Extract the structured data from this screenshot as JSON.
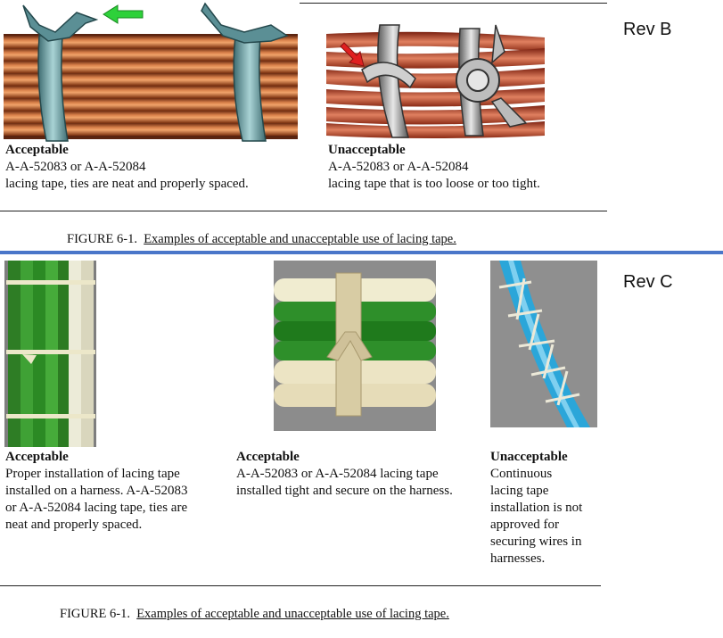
{
  "rev_b": {
    "label": "Rev B",
    "left": {
      "status": "Acceptable",
      "line1": "A-A-52083 or A-A-52084",
      "line2": "lacing tape, ties are neat and properly spaced."
    },
    "right": {
      "status": "Unacceptable",
      "line1": "A-A-52083 or A-A-52084",
      "line2": "lacing tape that is too loose or too tight."
    },
    "figure_prefix": "FIGURE 6-1.",
    "figure_title": "Examples of acceptable and unacceptable use of lacing tape."
  },
  "rev_c": {
    "label": "Rev C",
    "col1": {
      "status": "Acceptable",
      "lines": [
        "Proper installation of lacing tape",
        "installed on a harness. A-A-52083",
        "or A-A-52084 lacing tape, ties are",
        "neat and properly spaced."
      ]
    },
    "col2": {
      "status": "Acceptable",
      "lines": [
        "A-A-52083 or A-A-52084 lacing tape",
        "installed tight and secure on the harness."
      ]
    },
    "col3": {
      "status": "Unacceptable",
      "lines": [
        "Continuous",
        "lacing tape",
        "installation is not",
        "approved for",
        "securing wires in",
        "harnesses."
      ]
    },
    "figure_prefix": "FIGURE 6-1.",
    "figure_title": "Examples of acceptable and unacceptable use of lacing tape."
  },
  "colors": {
    "divider_blue": "#4a76c9",
    "copper": "#b5562a",
    "tie_teal": "#5f8f94",
    "arrow_green": "#2ed13a",
    "arrow_red": "#e02020"
  }
}
